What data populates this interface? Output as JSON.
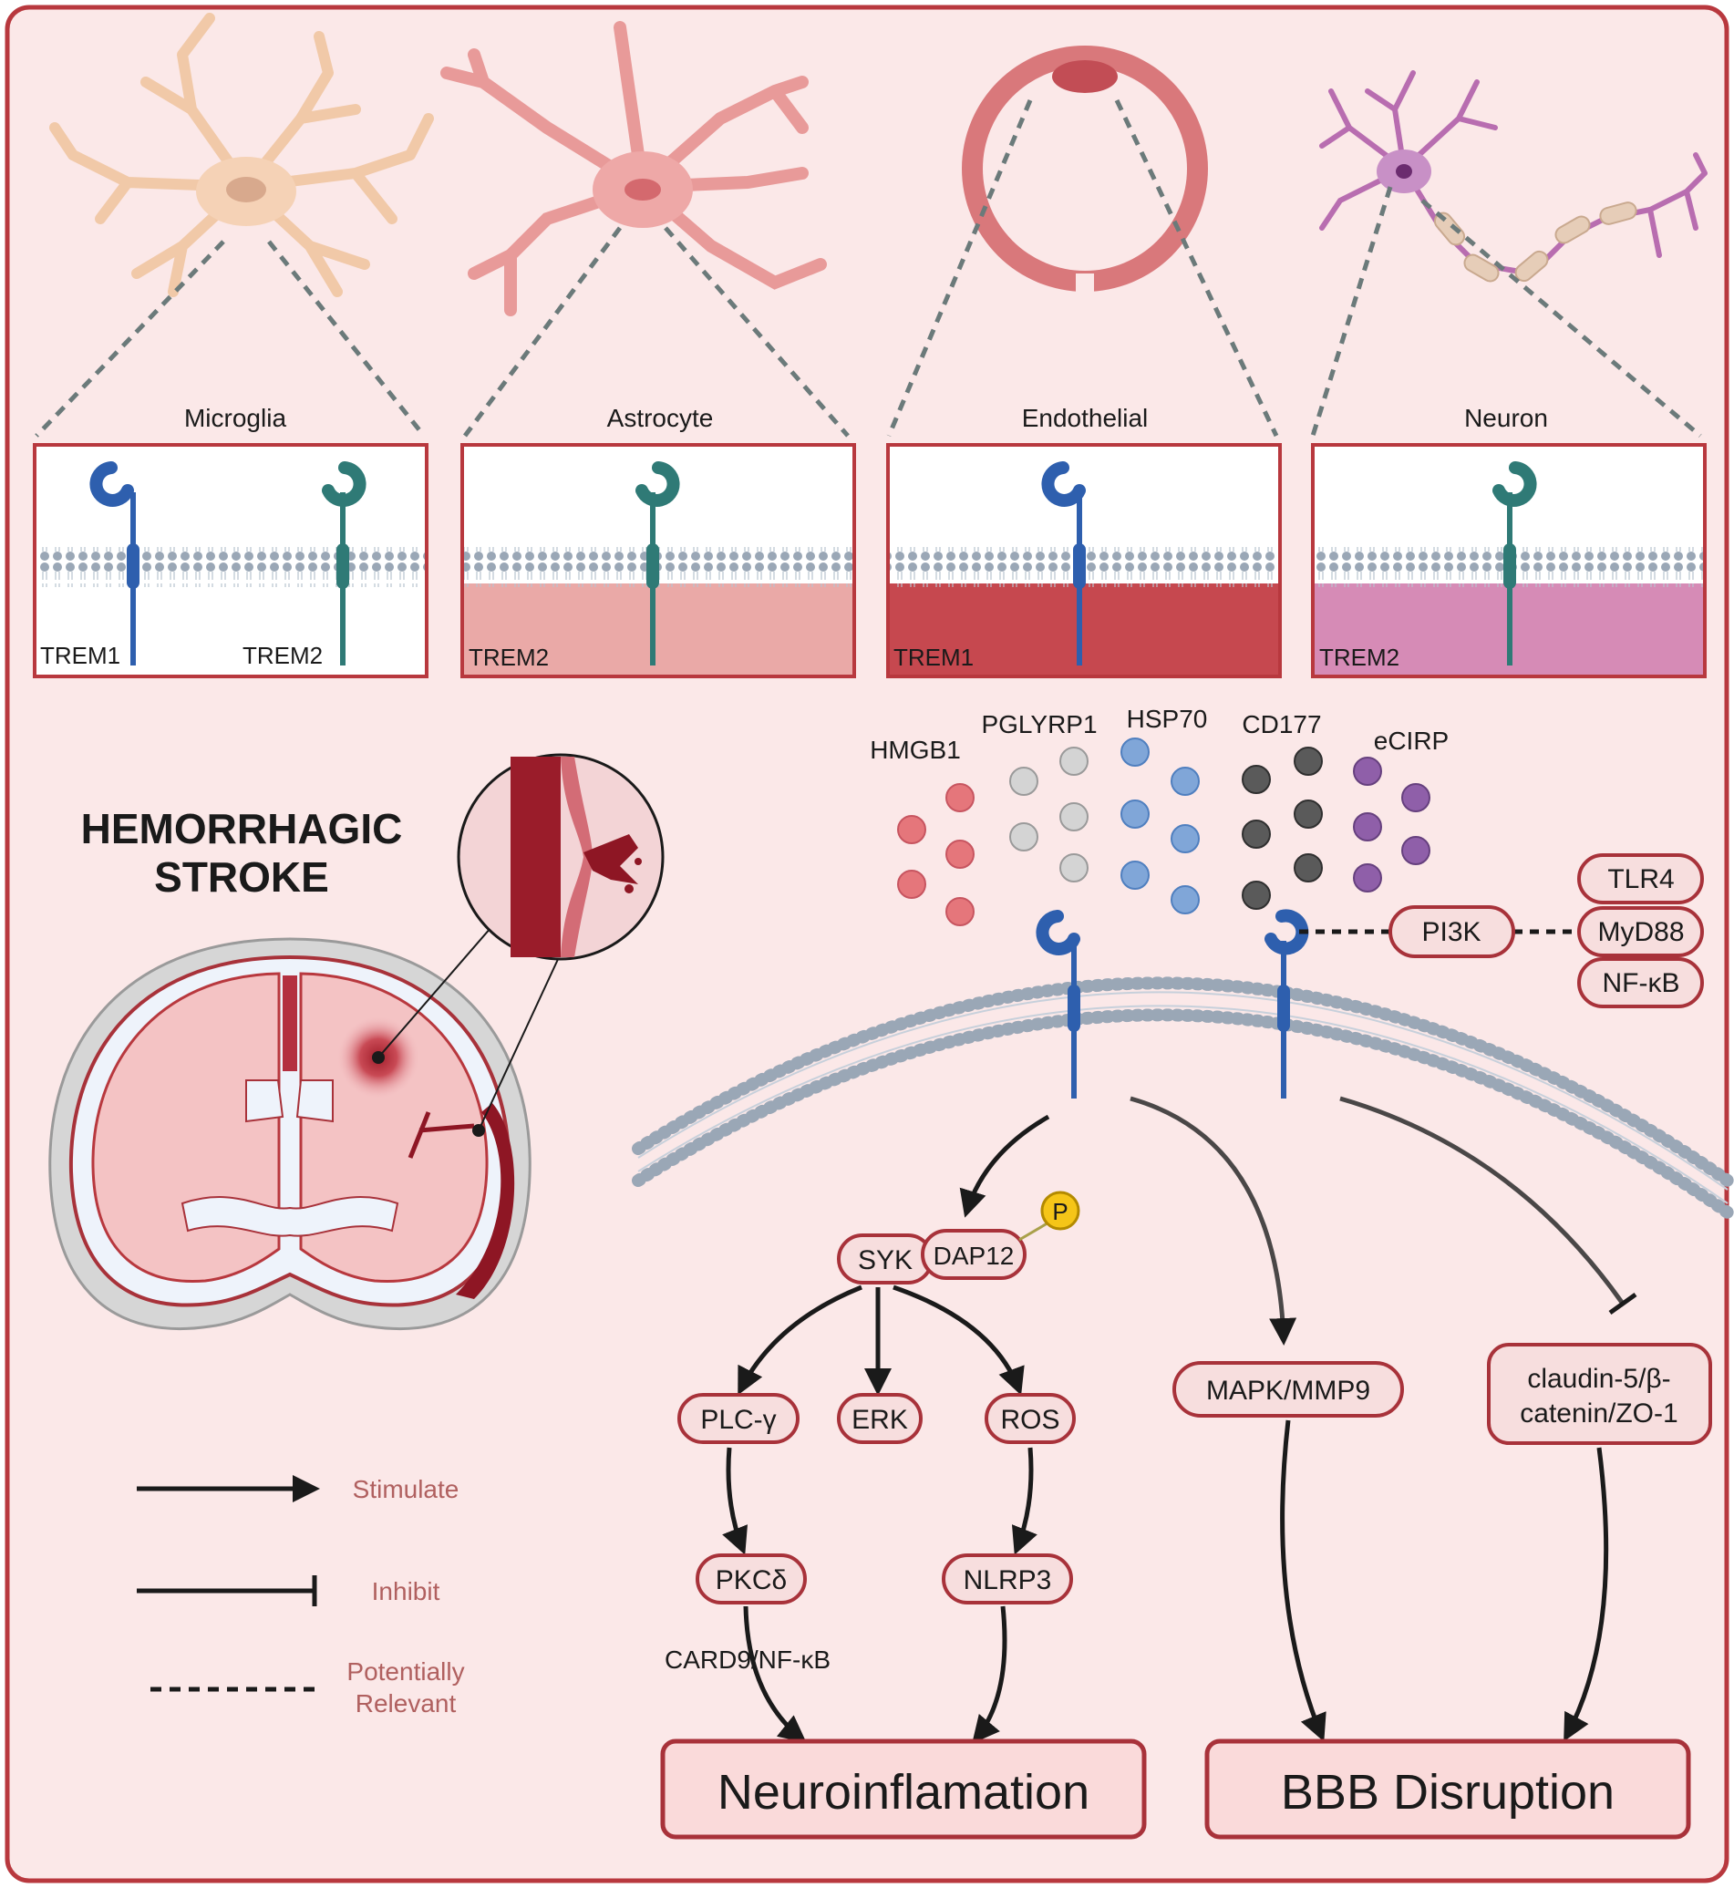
{
  "cells": {
    "microglia": "Microglia",
    "astrocyte": "Astrocyte",
    "endothelial": "Endothelial",
    "neuron": "Neuron"
  },
  "receptors": {
    "trem1": "TREM1",
    "trem2": "TREM2"
  },
  "stroke_title_1": "HEMORRHAGIC",
  "stroke_title_2": "STROKE",
  "ligands": {
    "hmgb1": "HMGB1",
    "pglyrp1": "PGLYRP1",
    "hsp70": "HSP70",
    "cd177": "CD177",
    "ecirp": "eCIRP"
  },
  "pathway": {
    "pi3k": "PI3K",
    "tlr4": "TLR4",
    "myd88": "MyD88",
    "nfkb": "NF-κB",
    "syk": "SYK",
    "dap12": "DAP12",
    "phospho": "P",
    "plcg": "PLC-γ",
    "erk": "ERK",
    "ros": "ROS",
    "pkcd": "PKCδ",
    "nlrp3": "NLRP3",
    "card9": "CARD9/NF-κB",
    "mapk": "MAPK/MMP9",
    "claudin_1": "claudin-5/β-",
    "claudin_2": "catenin/ZO-1",
    "neuroinflammation": "Neuroinflamation",
    "bbb": "BBB Disruption"
  },
  "legend": {
    "stimulate": "Stimulate",
    "inhibit": "Inhibit",
    "potential_1": "Potentially",
    "potential_2": "Relevant"
  },
  "colors": {
    "background": "#fbe8e8",
    "frame": "#b8383e",
    "trem1": "#2e5fae",
    "trem2": "#2f7a76",
    "pill_fill": "#f7dede",
    "pill_stroke": "#a8323a"
  }
}
